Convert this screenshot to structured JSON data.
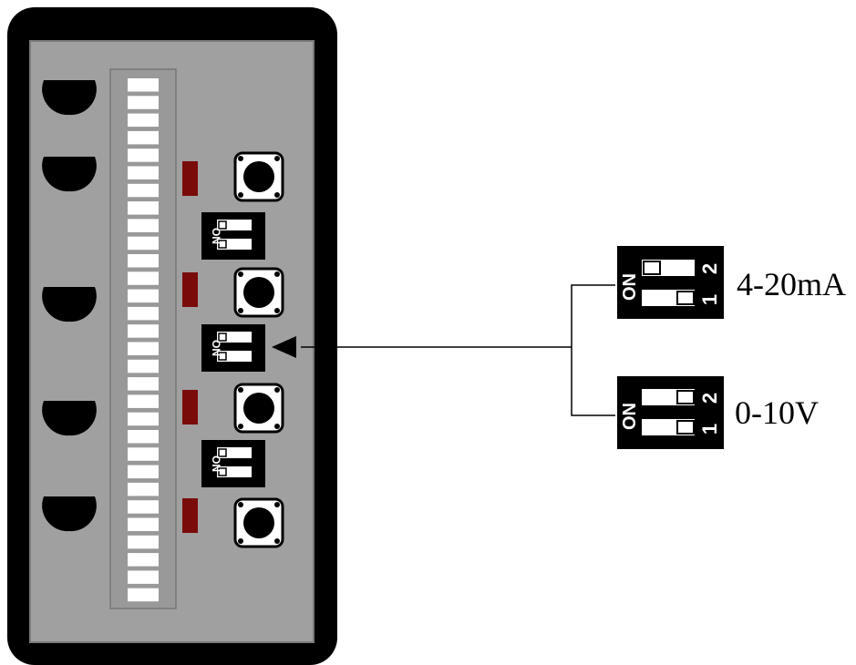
{
  "colors": {
    "housing": "#000000",
    "panel": "#a0a0a0",
    "panel_border": "#7a7a7a",
    "terminal_strip": "#999999",
    "terminal_cell": "#ffffff",
    "led": "#7a0b0b",
    "switch_body": "#000000",
    "switch_slot": "#ffffff",
    "wire": "#000000"
  },
  "module": {
    "clips": 5,
    "terminals": 30,
    "leds": 4,
    "buttons": 4,
    "dip_switches": 3,
    "dip_switch_on_text": "ON",
    "icons": [
      "clip-icon",
      "led-icon",
      "push-button-icon",
      "dip-switch-icon",
      "arrow-icon"
    ]
  },
  "detail": {
    "switch_on_text": "ON",
    "switch_pos_1": "1",
    "switch_pos_2": "2",
    "options": [
      {
        "label": "4-20mA",
        "sw1_on": true,
        "sw2_on": false
      },
      {
        "label": "0-10V",
        "sw1_on": true,
        "sw2_on": true
      }
    ]
  }
}
